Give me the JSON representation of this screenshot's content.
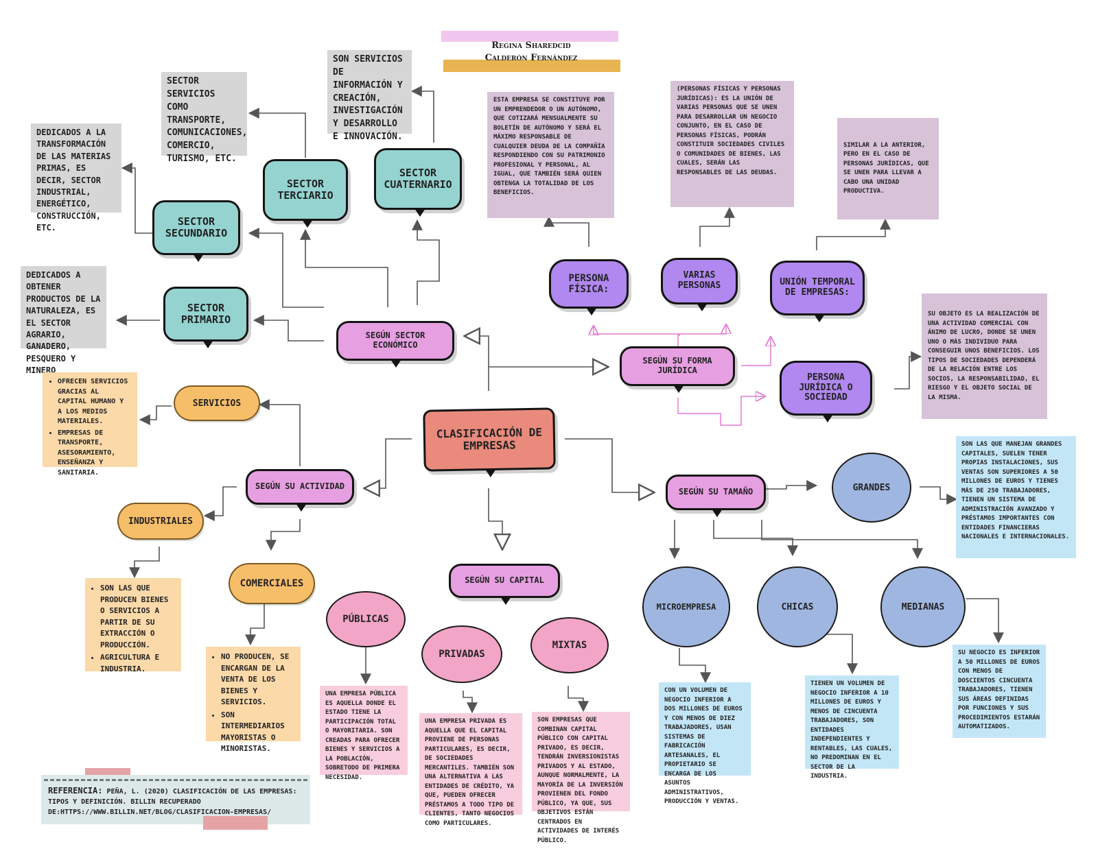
{
  "author": {
    "line1": "Regina Sharedcid",
    "line2": "Calderón Fernández"
  },
  "colors": {
    "line": "#555555",
    "pink_line": "#e07bd0",
    "teal": "#94d3d0",
    "purple": "#b088ef",
    "blue": "#9fb6e0",
    "orange": "#f7be6a",
    "pink": "#f2a5c6",
    "coral": "#e98a7c"
  },
  "center": {
    "label": "Clasificación de Empresas"
  },
  "sector": {
    "label": "Según Sector económico",
    "primario": {
      "label": "Sector Primario",
      "desc": "Dedicados a obtener productos de la naturaleza, es el sector agrario, ganadero, pesquero y minero"
    },
    "secundario": {
      "label": "Sector Secundario",
      "desc": "Dedicados a la transformación de las materias primas, es decir, sector industrial, energético, construcción, etc."
    },
    "terciario": {
      "label": "Sector Terciario",
      "desc": "Sector servicios como transporte, comunicaciones, comercio, turismo, etc."
    },
    "cuaternario": {
      "label": "Sector Cuaternario",
      "desc": "Son servicios de información y creación, investigación y desarrollo e innovación."
    }
  },
  "juridica": {
    "label": "Según su forma Jurídica",
    "fisica": {
      "label": "Persona física:",
      "desc": "Esta empresa se constituye por un emprendedor o un autónomo, que cotizará mensualmente su boletín de autónomo y será el máximo responsable de cualquier deuda de la compañía respondiendo con su patrimonio profesional y personal, al igual, que también será quien obtenga la totalidad de los beneficios."
    },
    "varias": {
      "label": "Varias personas",
      "desc": "(personas físicas y personas jurídicas): es la unión de varias personas que se unen para desarrollar un negocio conjunto, en el caso de personas físicas, podrán constituir sociedades civiles o comunidades de bienes, las cuales, serán las responsables de las deudas."
    },
    "union": {
      "label": "Unión Temporal de empresas:",
      "desc": "Similar a la anterior, pero en el caso de personas jurídicas, que se unen para llevar a cabo una unidad productiva."
    },
    "sociedad": {
      "label": "Persona jurídica o sociedad",
      "desc": "Su objeto es la realización de una actividad comercial con ánimo de lucro, donde se unen uno o más individuo para conseguir unos beneficios. Los tipos de sociedades dependerá de la relación entre los socios, la responsabilidad, el riesgo y el objeto social de la misma."
    }
  },
  "actividad": {
    "label": "Según su actividad",
    "servicios": {
      "label": "Servicios",
      "items": [
        "Ofrecen servicios gracias al capital humano y a los medios materiales.",
        "Empresas de transporte, asesoramiento, enseñanza y sanitaria."
      ]
    },
    "industriales": {
      "label": "Industriales",
      "items": [
        "Son las que producen bienes o servicios a partir de su extracción o producción.",
        "Agricultura e industria."
      ]
    },
    "comerciales": {
      "label": "Comerciales",
      "items": [
        "No producen, se encargan de la venta de los bienes y servicios.",
        "Son intermediarios mayoristas o minoristas."
      ]
    }
  },
  "capital": {
    "label": "Según su Capital",
    "publicas": {
      "label": "Públicas",
      "desc": "Una empresa pública es aquella donde el estado tiene la participación total o mayoritaria. Son creadas para ofrecer bienes y servicios a la población, sobretodo de primera necesidad."
    },
    "privadas": {
      "label": "Privadas",
      "desc": "Una empresa privada es aquella que el capital proviene de personas particulares, es decir, de sociedades mercantiles. También son una alternativa a las entidades de crédito, ya que, pueden ofrecer préstamos a todo tipo de clientes, tanto negocios como particulares."
    },
    "mixtas": {
      "label": "Mixtas",
      "desc": "Son empresas que combinan capital público con capital privado, es decir, tendrán inversionistas privados y al Estado, aunque normalmente, la mayoría de la inversión provienen del fondo público, ya que, sus objetivos están centrados en actividades de interés público."
    }
  },
  "tamano": {
    "label": "Según su tamaño",
    "grandes": {
      "label": "Grandes",
      "desc": "Son las que manejan grandes capitales, suelen tener propias instalaciones, sus ventas son superiores a 50 millones de euros y tienes más de 250 trabajadores, tienen un sistema de administración avanzado y préstamos importantes con entidades financieras nacionales e internacionales."
    },
    "micro": {
      "label": "Microempresa",
      "desc": "Con un volumen de negocio inferior a dos millones de euros y con menos de diez trabajadores, usan sistemas de fabricación artesanales, el propietario se encarga de los asuntos administrativos, producción y ventas."
    },
    "chicas": {
      "label": "Chicas",
      "desc": "Tienen un volumen de negocio inferior a 10 millones de euros y menos de cincuenta trabajadores, son entidades independientes y rentables, las cuales, no predominan en el sector de la industria."
    },
    "medianas": {
      "label": "Medianas",
      "desc": "Su negocio es inferior a 50 millones de euros con menos de doscientos cincuenta trabajadores, tienen sus áreas definidas por funciones y sus procedimientos estarán automatizados."
    }
  },
  "reference": {
    "label": "Referencia:",
    "text": "Peña, L. (2020) Clasificación de las empresas: Tipos y Definición. BILLIN recuperado de:https://www.billin.net/blog/clasificacion-empresas/"
  }
}
